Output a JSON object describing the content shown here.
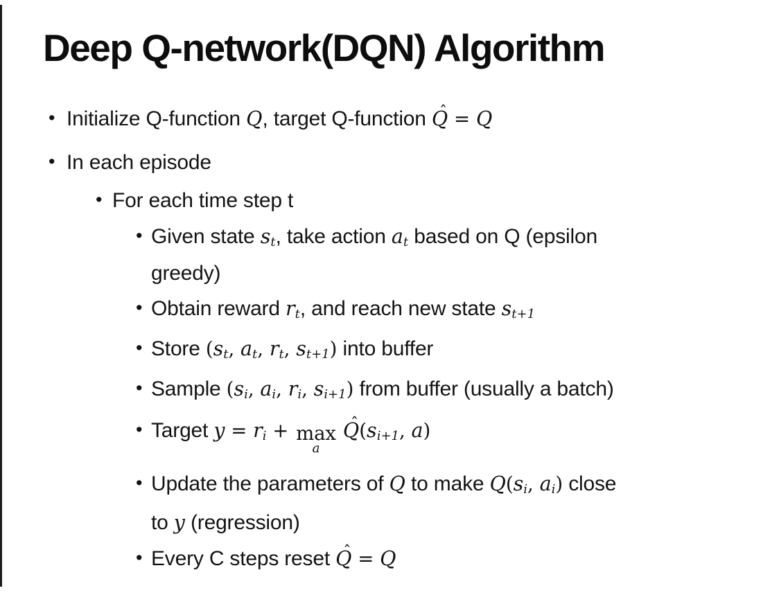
{
  "slide": {
    "title": "Deep Q-network(DQN) Algorithm",
    "background_color": "#ffffff",
    "text_color": "#131313",
    "edge_line_color": "#1c1c1c",
    "bullet_char": "•"
  },
  "bullets": [
    {
      "level": 1,
      "bullet": true,
      "runs": [
        {
          "t": "p",
          "v": "Initialize Q-function "
        },
        {
          "t": "m",
          "v": "Q"
        },
        {
          "t": "p",
          "v": ", target Q-function "
        },
        {
          "t": "hat",
          "v": "Q"
        },
        {
          "t": "r",
          "v": " = "
        },
        {
          "t": "m",
          "v": "Q"
        }
      ]
    },
    {
      "level": 1,
      "bullet": true,
      "runs": [
        {
          "t": "p",
          "v": "In each episode"
        }
      ]
    },
    {
      "level": 2,
      "bullet": true,
      "runs": [
        {
          "t": "p",
          "v": "For each time step t"
        }
      ]
    },
    {
      "level": 3,
      "bullet": true,
      "runs": [
        {
          "t": "p",
          "v": "Given state "
        },
        {
          "t": "m",
          "v": "s"
        },
        {
          "t": "sub",
          "v": "t"
        },
        {
          "t": "p",
          "v": ", take action "
        },
        {
          "t": "m",
          "v": "a"
        },
        {
          "t": "sub",
          "v": "t"
        },
        {
          "t": "p",
          "v": " based on Q (epsilon"
        }
      ]
    },
    {
      "level": 3,
      "bullet": false,
      "runs": [
        {
          "t": "p",
          "v": "greedy)"
        }
      ]
    },
    {
      "level": 3,
      "bullet": true,
      "runs": [
        {
          "t": "p",
          "v": "Obtain reward "
        },
        {
          "t": "m",
          "v": "r"
        },
        {
          "t": "sub",
          "v": "t"
        },
        {
          "t": "p",
          "v": ", and reach new state "
        },
        {
          "t": "m",
          "v": "s"
        },
        {
          "t": "sub",
          "v": "t+1"
        }
      ]
    },
    {
      "level": 3,
      "bullet": true,
      "runs": [
        {
          "t": "p",
          "v": "Store "
        },
        {
          "t": "r",
          "v": "("
        },
        {
          "t": "m",
          "v": "s"
        },
        {
          "t": "sub",
          "v": "t"
        },
        {
          "t": "r",
          "v": ", "
        },
        {
          "t": "m",
          "v": "a"
        },
        {
          "t": "sub",
          "v": "t"
        },
        {
          "t": "r",
          "v": ", "
        },
        {
          "t": "m",
          "v": "r"
        },
        {
          "t": "sub",
          "v": "t"
        },
        {
          "t": "r",
          "v": ", "
        },
        {
          "t": "m",
          "v": "s"
        },
        {
          "t": "sub",
          "v": "t+1"
        },
        {
          "t": "r",
          "v": ")"
        },
        {
          "t": "p",
          "v": " into buffer"
        }
      ]
    },
    {
      "level": 3,
      "bullet": true,
      "runs": [
        {
          "t": "p",
          "v": "Sample "
        },
        {
          "t": "r",
          "v": "("
        },
        {
          "t": "m",
          "v": "s"
        },
        {
          "t": "sub",
          "v": "i"
        },
        {
          "t": "r",
          "v": ", "
        },
        {
          "t": "m",
          "v": "a"
        },
        {
          "t": "sub",
          "v": "i"
        },
        {
          "t": "r",
          "v": ", "
        },
        {
          "t": "m",
          "v": "r"
        },
        {
          "t": "sub",
          "v": "i"
        },
        {
          "t": "r",
          "v": ", "
        },
        {
          "t": "m",
          "v": "s"
        },
        {
          "t": "sub",
          "v": "i+1"
        },
        {
          "t": "r",
          "v": ")"
        },
        {
          "t": "p",
          "v": " from buffer (usually a batch)"
        }
      ]
    },
    {
      "level": 3,
      "bullet": true,
      "runs": [
        {
          "t": "p",
          "v": "Target "
        },
        {
          "t": "m",
          "v": "y"
        },
        {
          "t": "r",
          "v": " = "
        },
        {
          "t": "m",
          "v": "r"
        },
        {
          "t": "sub",
          "v": "i"
        },
        {
          "t": "r",
          "v": " + "
        },
        {
          "t": "lim",
          "v": "max",
          "l": "a"
        },
        {
          "t": "p",
          "v": " "
        },
        {
          "t": "hat",
          "v": "Q"
        },
        {
          "t": "r",
          "v": "("
        },
        {
          "t": "m",
          "v": "s"
        },
        {
          "t": "sub",
          "v": "i+1"
        },
        {
          "t": "r",
          "v": ", "
        },
        {
          "t": "m",
          "v": "a"
        },
        {
          "t": "r",
          "v": ")"
        }
      ]
    },
    {
      "level": 3,
      "bullet": true,
      "runs": [
        {
          "t": "p",
          "v": "Update the parameters of "
        },
        {
          "t": "m",
          "v": "Q"
        },
        {
          "t": "p",
          "v": " to make "
        },
        {
          "t": "m",
          "v": "Q"
        },
        {
          "t": "r",
          "v": "("
        },
        {
          "t": "m",
          "v": "s"
        },
        {
          "t": "sub",
          "v": "i"
        },
        {
          "t": "r",
          "v": ", "
        },
        {
          "t": "m",
          "v": "a"
        },
        {
          "t": "sub",
          "v": "i"
        },
        {
          "t": "r",
          "v": ")"
        },
        {
          "t": "p",
          "v": " close"
        }
      ]
    },
    {
      "level": 3,
      "bullet": false,
      "runs": [
        {
          "t": "p",
          "v": "to "
        },
        {
          "t": "m",
          "v": "y"
        },
        {
          "t": "p",
          "v": " (regression)"
        }
      ]
    },
    {
      "level": 3,
      "bullet": true,
      "runs": [
        {
          "t": "p",
          "v": "Every C steps reset "
        },
        {
          "t": "hat",
          "v": "Q"
        },
        {
          "t": "r",
          "v": " = "
        },
        {
          "t": "m",
          "v": "Q"
        }
      ]
    }
  ]
}
